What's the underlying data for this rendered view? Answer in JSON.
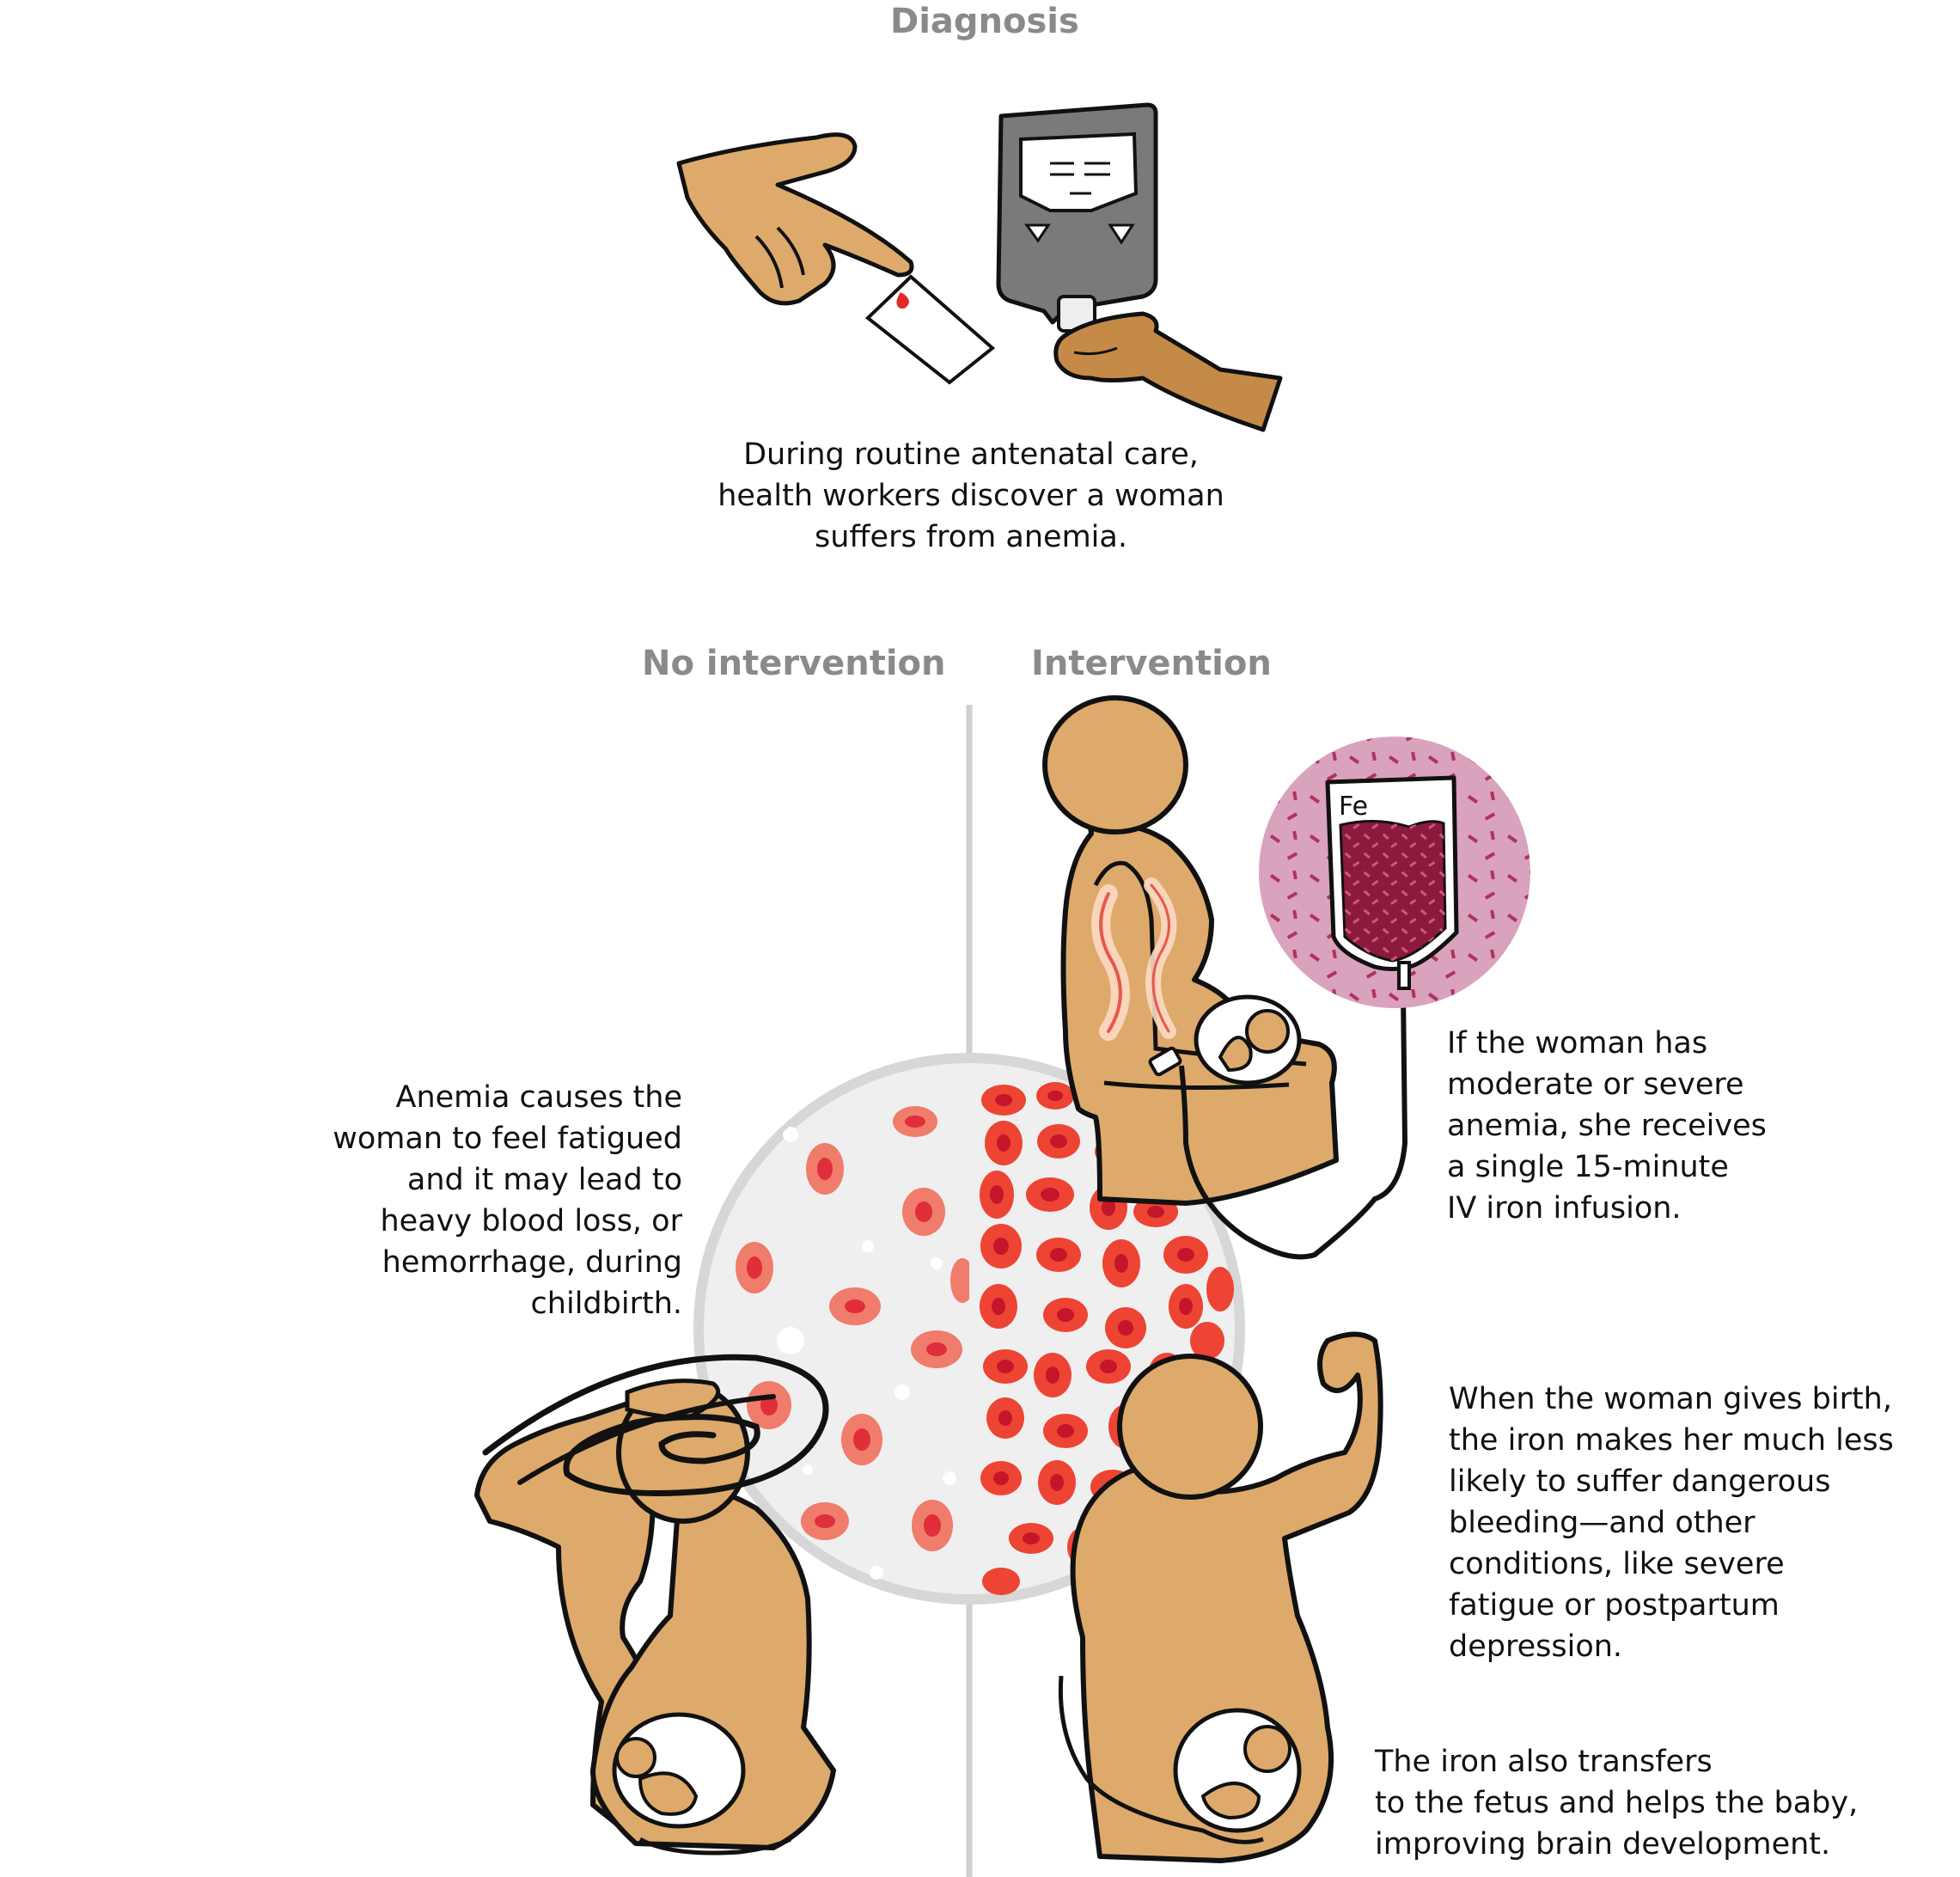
{
  "headings": {
    "diagnosis": "Diagnosis",
    "no_intervention": "No intervention",
    "intervention": "Intervention"
  },
  "diagnosis_text": [
    "During routine antenatal care,",
    "health workers discover a woman",
    "suffers from anemia."
  ],
  "no_intervention_text": [
    "Anemia causes the",
    "woman to feel fatigued",
    "and it may lead to",
    "heavy blood loss, or",
    "hemorrhage, during",
    "childbirth."
  ],
  "infusion_text": [
    "If the woman has",
    "moderate or severe",
    "anemia, she receives",
    "a single 15-minute",
    "IV iron infusion."
  ],
  "birth_text": [
    "When the woman gives birth,",
    "the iron makes her much less",
    "likely to suffer dangerous",
    "bleeding—and other",
    "conditions, like severe",
    "fatigue or postpartum",
    "depression."
  ],
  "fetus_text": [
    "The iron also transfers",
    "to the fetus and helps the baby,",
    "improving brain development."
  ],
  "iv_bag_label": "Fe",
  "colors": {
    "heading_gray": "#8a8a8a",
    "skin": "#ddaa6c",
    "skin_dark": "#c68a48",
    "device_gray": "#7a7a7a",
    "blood_cell": "#ee4433",
    "blood_cell_pale": "#f07c6c",
    "iron_pink": "#d9a3bd",
    "iron_dark": "#8c1a3c",
    "divider": "#cfcfcf"
  },
  "icons": [
    "finger-prick-hand-icon",
    "blood-test-strip-icon",
    "hemoglobin-meter-icon",
    "seated-pregnant-woman-icon",
    "iv-iron-bag-icon",
    "blood-cell-circle-icon",
    "dizzy-pregnant-woman-icon",
    "strong-pregnant-woman-icon"
  ]
}
